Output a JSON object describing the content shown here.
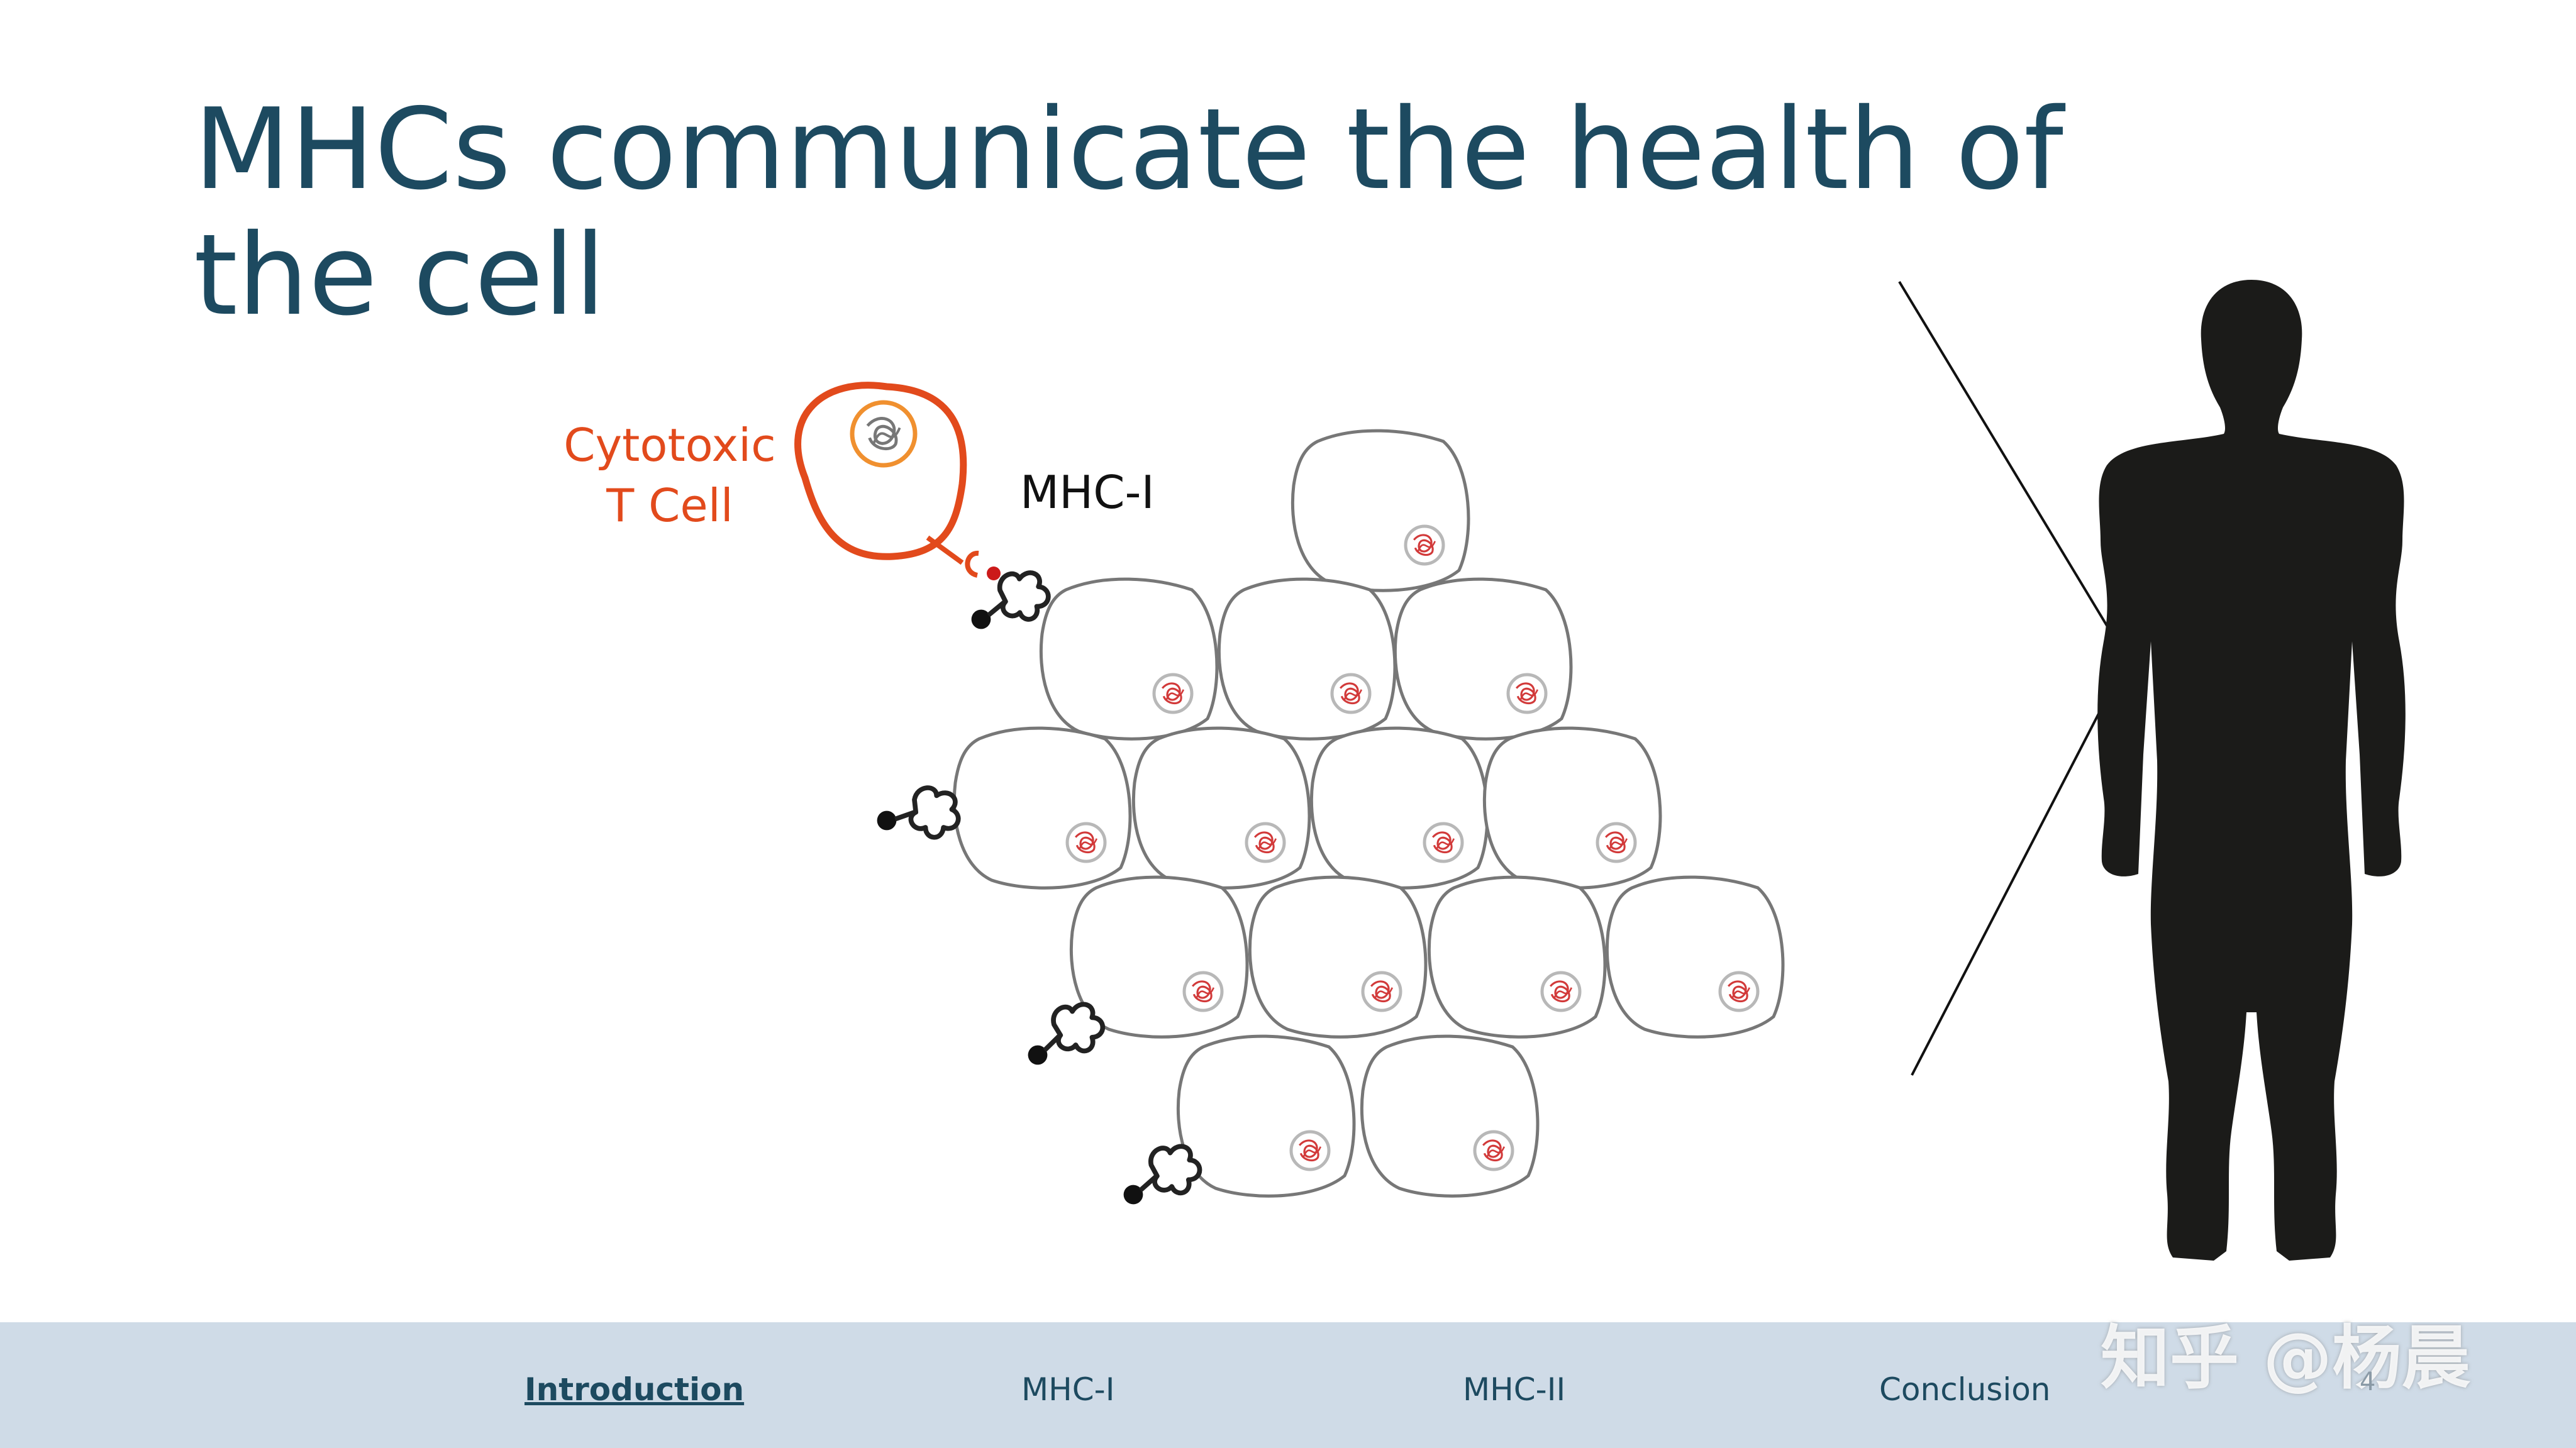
{
  "slide": {
    "title": "MHCs communicate the health of the cell",
    "tcell_label_line1": "Cytotoxic",
    "tcell_label_line2": "T Cell",
    "mhc_label": "MHC-I",
    "page_number": "4",
    "watermark": "知乎 @杨晨"
  },
  "nav": {
    "items": [
      {
        "label": "Introduction",
        "active": true
      },
      {
        "label": "MHC-I",
        "active": false
      },
      {
        "label": "MHC-II",
        "active": false
      },
      {
        "label": "Conclusion",
        "active": false
      }
    ]
  },
  "colors": {
    "title": "#1d4a60",
    "tcell": "#e24a1c",
    "nucleus_normal": "#d23a3a",
    "footer_bg": "#cfdbe7",
    "silhouette": "#1b1b19"
  },
  "icons": [
    "t-cell-icon",
    "mhc-receptor-icon",
    "body-cell-icon",
    "nucleus-icon",
    "human-silhouette-icon"
  ]
}
